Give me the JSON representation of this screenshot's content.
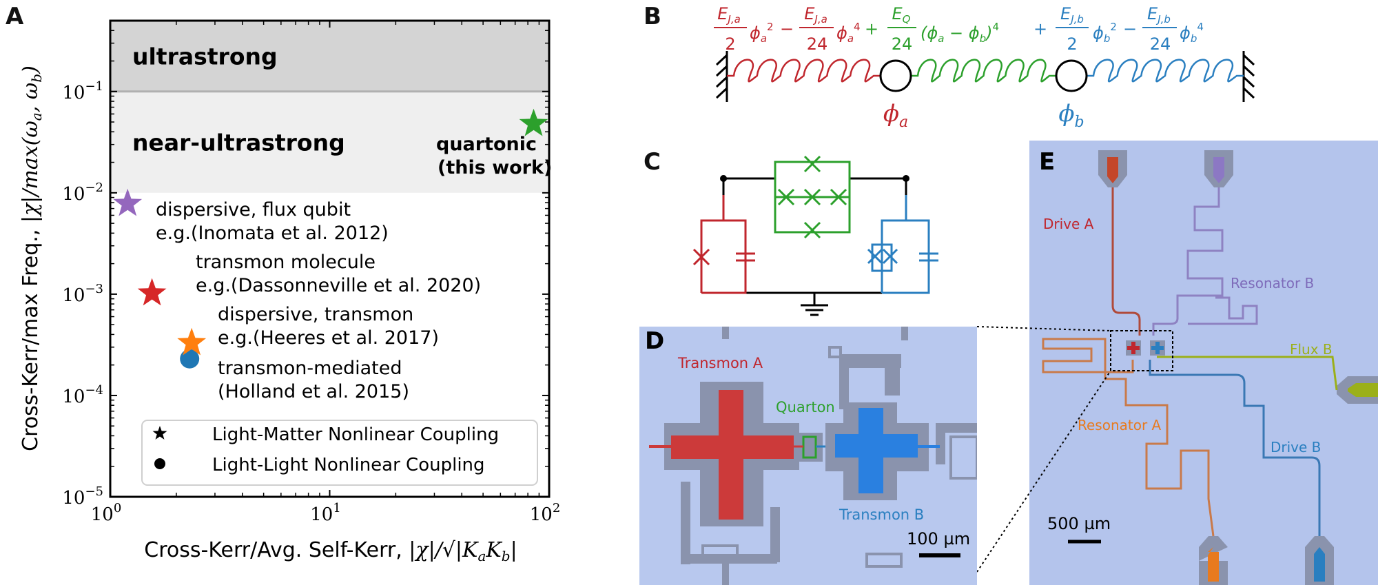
{
  "panels": {
    "a": "A",
    "b": "B",
    "c": "C",
    "d": "D",
    "e": "E"
  },
  "chart_data": {
    "type": "scatter",
    "xscale": "log",
    "yscale": "log",
    "xlim": [
      1,
      100
    ],
    "ylim": [
      1e-05,
      0.5
    ],
    "xlabel": "Cross-Kerr/Avg. Self-Kerr, |χ|/√|K_a K_b|",
    "ylabel": "Cross-Kerr/max Freq., |χ|/max(ω_a, ω_b)",
    "x_ticks": [
      {
        "value": 1,
        "label": "10^0"
      },
      {
        "value": 10,
        "label": "10^1"
      },
      {
        "value": 100,
        "label": "10^2"
      }
    ],
    "y_ticks": [
      {
        "value": 1e-05,
        "label": "10^−5"
      },
      {
        "value": 0.0001,
        "label": "10^−4"
      },
      {
        "value": 0.001,
        "label": "10^−3"
      },
      {
        "value": 0.01,
        "label": "10^−2"
      },
      {
        "value": 0.1,
        "label": "10^−1"
      }
    ],
    "regions": [
      {
        "label": "ultrastrong",
        "from": 0.1,
        "to": 0.5,
        "color": "#d4d4d4"
      },
      {
        "label": "near-ultrastrong",
        "from": 0.01,
        "to": 0.1,
        "color": "#efefef"
      }
    ],
    "points": [
      {
        "x": 85,
        "y": 0.048,
        "marker": "star",
        "color": "#2ca02c",
        "label": [
          "quartonic",
          "(this work)"
        ]
      },
      {
        "x": 1.2,
        "y": 0.0078,
        "marker": "star",
        "color": "#9467bd",
        "label": [
          "dispersive, flux qubit",
          "e.g.(Inomata et al. 2012)"
        ]
      },
      {
        "x": 1.55,
        "y": 0.00102,
        "marker": "star",
        "color": "#d62728",
        "label": [
          "transmon molecule",
          "e.g.(Dassonneville et al. 2020)"
        ]
      },
      {
        "x": 2.35,
        "y": 0.00033,
        "marker": "star",
        "color": "#ff7f0e",
        "label": [
          "dispersive, transmon",
          "e.g.(Heeres et al. 2017)"
        ]
      },
      {
        "x": 2.3,
        "y": 0.00023,
        "marker": "circle",
        "color": "#1f77b4",
        "label": [
          "transmon-mediated",
          "(Holland et al. 2015)"
        ]
      }
    ],
    "legend": {
      "position": "bottom-right",
      "entries": [
        {
          "marker": "star",
          "label": "Light-Matter Nonlinear Coupling"
        },
        {
          "marker": "circle",
          "label": "Light-Light Nonlinear Coupling"
        }
      ]
    }
  },
  "panel_b": {
    "phi_a": "ϕ_a",
    "phi_b": "ϕ_b",
    "colors": {
      "a": "#c0262d",
      "q": "#2ca02c",
      "b": "#2a7fc0"
    }
  },
  "panel_d": {
    "transmon_a": "Transmon A",
    "quarton": "Quarton",
    "transmon_b": "Transmon B",
    "scale": "100 µm"
  },
  "panel_e": {
    "drive_a": "Drive A",
    "resonator_b": "Resonator B",
    "flux_b": "Flux B",
    "resonator_a": "Resonator A",
    "drive_b": "Drive B",
    "scale": "500 µm"
  }
}
